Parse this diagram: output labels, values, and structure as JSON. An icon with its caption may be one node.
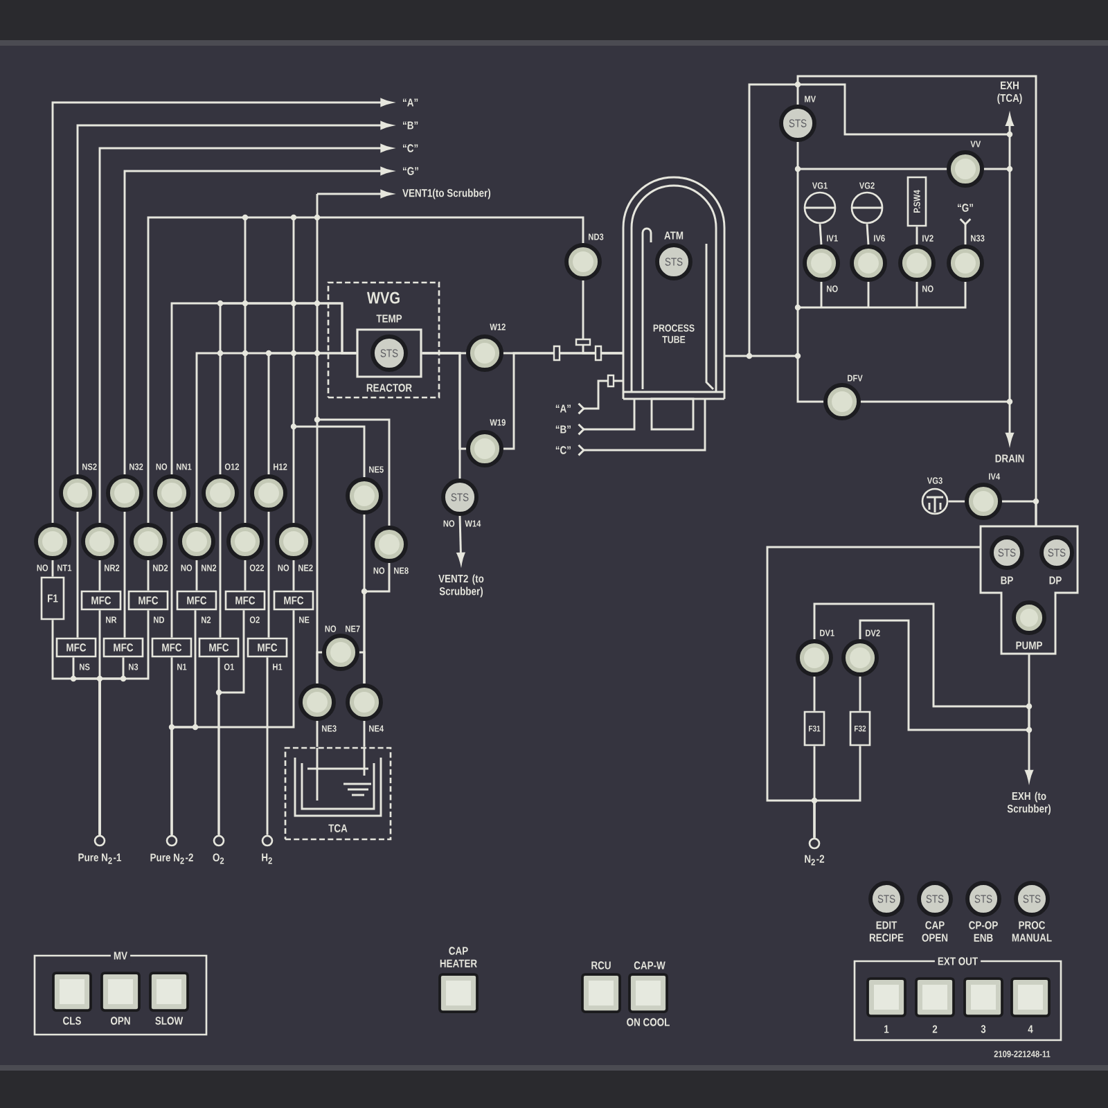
{
  "diagram": {
    "nodes": [
      {
        "text": [
          "“A”"
        ]
      },
      {
        "text": [
          "“B”"
        ]
      },
      {
        "text": [
          "“C”"
        ]
      },
      {
        "text": [
          "“G”"
        ]
      },
      {
        "text": [
          "VENT1(to Scrubber)"
        ]
      },
      {
        "text": [
          "WVG"
        ]
      },
      {
        "text": [
          "TEMP",
          "STS",
          "REACTOR"
        ],
        "in": 5
      },
      {
        "text": [
          "PROCESS TUBE"
        ]
      },
      {
        "text": [
          "ATM",
          "STS"
        ],
        "in": 7
      },
      {
        "text": [
          "ND3"
        ]
      },
      {
        "text": [
          "W12"
        ]
      },
      {
        "text": [
          "W19"
        ]
      },
      {
        "text": [
          "STS",
          "W14"
        ],
        "beside": [
          "NO"
        ]
      },
      {
        "text": [
          "VENT2 (to Scrubber)"
        ]
      },
      {
        "text": [
          "“A”"
        ]
      },
      {
        "text": [
          "“B”"
        ]
      },
      {
        "text": [
          "“C”"
        ]
      },
      {
        "text": [
          "NS2"
        ]
      },
      {
        "text": [
          "N32"
        ]
      },
      {
        "text": [
          "NN1"
        ],
        "beside": [
          "NO"
        ]
      },
      {
        "text": [
          "O12"
        ]
      },
      {
        "text": [
          "H12"
        ]
      },
      {
        "text": [
          "NE5"
        ]
      },
      {
        "text": [
          "NT1"
        ],
        "beside": [
          "NO"
        ]
      },
      {
        "text": [
          "NR2"
        ]
      },
      {
        "text": [
          "ND2"
        ]
      },
      {
        "text": [
          "NN2"
        ],
        "beside": [
          "NO"
        ]
      },
      {
        "text": [
          "O22"
        ]
      },
      {
        "text": [
          "NE2"
        ],
        "beside": [
          "NO"
        ]
      },
      {
        "text": [
          "NE8"
        ],
        "beside": [
          "NO"
        ]
      },
      {
        "text": [
          "F1"
        ]
      },
      {
        "text": [
          "MFC"
        ],
        "beside": [
          "NR"
        ]
      },
      {
        "text": [
          "MFC"
        ],
        "beside": [
          "ND"
        ]
      },
      {
        "text": [
          "MFC"
        ],
        "beside": [
          "N2"
        ]
      },
      {
        "text": [
          "MFC"
        ],
        "beside": [
          "O2"
        ]
      },
      {
        "text": [
          "MFC"
        ],
        "beside": [
          "NE"
        ]
      },
      {
        "text": [
          "MFC"
        ],
        "beside": [
          "NS"
        ]
      },
      {
        "text": [
          "MFC"
        ],
        "beside": [
          "N3"
        ]
      },
      {
        "text": [
          "MFC"
        ],
        "beside": [
          "N1"
        ]
      },
      {
        "text": [
          "MFC"
        ],
        "beside": [
          "O1"
        ]
      },
      {
        "text": [
          "MFC"
        ],
        "beside": [
          "H1"
        ]
      },
      {
        "text": [
          "NE7"
        ],
        "beside": [
          "NO"
        ]
      },
      {
        "text": [
          "NE3"
        ]
      },
      {
        "text": [
          "NE4"
        ]
      },
      {
        "text": [
          "TCA"
        ]
      },
      {
        "text": [
          "Pure N$_{2}$-1"
        ]
      },
      {
        "text": [
          "Pure N$_{2}$-2"
        ]
      },
      {
        "text": [
          "O$_{2}$"
        ]
      },
      {
        "text": [
          "H$_{2}$"
        ]
      },
      {
        "text": [
          "MV",
          "STS"
        ]
      },
      {
        "text": [
          "EXH (TCA)"
        ]
      },
      {
        "text": [
          "VV"
        ]
      },
      {
        "text": [
          "VG1"
        ]
      },
      {
        "text": [
          "VG2"
        ]
      },
      {
        "text": [
          "P.SW4"
        ]
      },
      {
        "text": [
          "“G”"
        ]
      },
      {
        "text": [
          "IV1"
        ],
        "beside": [
          "NO"
        ]
      },
      {
        "text": [
          "IV6"
        ]
      },
      {
        "text": [
          "IV2"
        ],
        "beside": [
          "NO"
        ]
      },
      {
        "text": [
          "N33"
        ]
      },
      {
        "text": [
          "DFV"
        ]
      },
      {
        "text": [
          "DRAIN"
        ]
      },
      {
        "text": [
          "VG3"
        ]
      },
      {
        "text": [
          "IV4"
        ]
      },
      {
        "text": [],
        "shape": "box"
      },
      {
        "text": [
          "STS",
          "BP"
        ],
        "in": 64
      },
      {
        "text": [
          "STS",
          "DP"
        ],
        "in": 64
      },
      {
        "text": [
          "PUMP"
        ],
        "in": 64
      },
      {
        "text": [
          "DV1"
        ]
      },
      {
        "text": [
          "DV2"
        ]
      },
      {
        "text": [
          "F31"
        ]
      },
      {
        "text": [
          "F32"
        ]
      },
      {
        "text": [
          "EXH (to Scrubber)"
        ]
      },
      {
        "text": [
          "N$_{2}$-2"
        ]
      },
      {
        "text": [
          "MV"
        ]
      },
      {
        "text": [
          "CLS"
        ],
        "in": 74
      },
      {
        "text": [
          "OPN"
        ],
        "in": 74
      },
      {
        "text": [
          "SLOW"
        ],
        "in": 74
      },
      {
        "text": [
          "CAP HEATER"
        ]
      },
      {
        "text": [
          "RCU"
        ]
      },
      {
        "text": [
          "CAP-W",
          "ON COOL"
        ]
      },
      {
        "text": [
          "STS",
          "EDIT RECIPE"
        ]
      },
      {
        "text": [
          "STS",
          "CAP OPEN"
        ]
      },
      {
        "text": [
          "STS",
          "CP-OP ENB"
        ]
      },
      {
        "text": [
          "STS",
          "PROC MANUAL"
        ]
      },
      {
        "text": [
          "EXT OUT"
        ]
      },
      {
        "text": [
          "1"
        ],
        "in": 85
      },
      {
        "text": [
          "2"
        ],
        "in": 85
      },
      {
        "text": [
          "3"
        ],
        "in": 85
      },
      {
        "text": [
          "4"
        ],
        "in": 85
      }
    ],
    "edges": [
      {
        "from": 23,
        "to": 0,
        "arrow": "to"
      },
      {
        "from": 17,
        "to": 1,
        "arrow": "to"
      },
      {
        "from": 24,
        "to": 2,
        "arrow": "to"
      },
      {
        "from": 18,
        "to": 3,
        "arrow": "to"
      },
      {
        "from": 25,
        "to": 4,
        "arrow": "to"
      },
      {
        "from": 9,
        "to": 4,
        "arrow": "to"
      },
      {
        "from": 27,
        "to": 4,
        "arrow": "to"
      },
      {
        "from": 28,
        "to": 4,
        "arrow": "to"
      },
      {
        "from": 22,
        "to": 4,
        "arrow": "to"
      },
      {
        "from": 29,
        "to": 4,
        "arrow": "to"
      },
      {
        "from": 42,
        "to": 4,
        "arrow": "to"
      },
      {
        "from": 41,
        "to": 42,
        "arrow": "none"
      },
      {
        "from": 41,
        "to": 43,
        "arrow": "none"
      },
      {
        "from": 22,
        "to": 43,
        "arrow": "none"
      },
      {
        "from": 29,
        "to": 43,
        "arrow": "none"
      },
      {
        "from": 42,
        "to": 44,
        "arrow": "none"
      },
      {
        "from": 43,
        "to": 44,
        "arrow": "none"
      },
      {
        "from": 19,
        "to": 6,
        "arrow": "none"
      },
      {
        "from": 20,
        "to": 6,
        "arrow": "none"
      },
      {
        "from": 26,
        "to": 6,
        "arrow": "none"
      },
      {
        "from": 21,
        "to": 6,
        "arrow": "none"
      },
      {
        "from": 6,
        "to": 10,
        "arrow": "none"
      },
      {
        "from": 10,
        "to": 7,
        "arrow": "none"
      },
      {
        "from": 11,
        "to": 6,
        "arrow": "none"
      },
      {
        "from": 11,
        "to": 7,
        "arrow": "none"
      },
      {
        "from": 12,
        "to": 6,
        "arrow": "none"
      },
      {
        "from": 12,
        "to": 13,
        "arrow": "to"
      },
      {
        "from": 9,
        "to": 7,
        "arrow": "none"
      },
      {
        "from": 7,
        "to": 14,
        "arrow": "other"
      },
      {
        "from": 7,
        "to": 15,
        "arrow": "other"
      },
      {
        "from": 7,
        "to": 16,
        "arrow": "other"
      },
      {
        "from": 7,
        "to": 50,
        "arrow": "to"
      },
      {
        "from": 7,
        "to": 49,
        "arrow": "none"
      },
      {
        "from": 49,
        "to": 64,
        "arrow": "none"
      },
      {
        "from": 7,
        "to": 51,
        "arrow": "none"
      },
      {
        "from": 51,
        "to": 50,
        "arrow": "to"
      },
      {
        "from": 56,
        "to": 52,
        "arrow": "none"
      },
      {
        "from": 57,
        "to": 53,
        "arrow": "none"
      },
      {
        "from": 58,
        "to": 54,
        "arrow": "none"
      },
      {
        "from": 59,
        "to": 55,
        "arrow": "other"
      },
      {
        "from": 56,
        "to": 7,
        "arrow": "none"
      },
      {
        "from": 57,
        "to": 7,
        "arrow": "none"
      },
      {
        "from": 58,
        "to": 7,
        "arrow": "none"
      },
      {
        "from": 59,
        "to": 7,
        "arrow": "none"
      },
      {
        "from": 7,
        "to": 60,
        "arrow": "none"
      },
      {
        "from": 60,
        "to": 61,
        "arrow": "to"
      },
      {
        "from": 62,
        "to": 63,
        "arrow": "none"
      },
      {
        "from": 63,
        "to": 64,
        "arrow": "none"
      },
      {
        "from": 64,
        "to": 72,
        "arrow": "to"
      },
      {
        "from": 73,
        "to": 64,
        "arrow": "none"
      },
      {
        "from": 73,
        "to": 70,
        "arrow": "none"
      },
      {
        "from": 73,
        "to": 71,
        "arrow": "none"
      },
      {
        "from": 70,
        "to": 68,
        "arrow": "none"
      },
      {
        "from": 71,
        "to": 69,
        "arrow": "none"
      },
      {
        "from": 68,
        "to": 72,
        "arrow": "to"
      },
      {
        "from": 69,
        "to": 72,
        "arrow": "to"
      },
      {
        "from": 30,
        "to": 23,
        "arrow": "none"
      },
      {
        "from": 17,
        "to": 36,
        "arrow": "none"
      },
      {
        "from": 18,
        "to": 37,
        "arrow": "none"
      },
      {
        "from": 19,
        "to": 38,
        "arrow": "none"
      },
      {
        "from": 20,
        "to": 39,
        "arrow": "none"
      },
      {
        "from": 21,
        "to": 40,
        "arrow": "none"
      },
      {
        "from": 24,
        "to": 31,
        "arrow": "none"
      },
      {
        "from": 25,
        "to": 32,
        "arrow": "none"
      },
      {
        "from": 26,
        "to": 33,
        "arrow": "none"
      },
      {
        "from": 27,
        "to": 34,
        "arrow": "none"
      },
      {
        "from": 28,
        "to": 35,
        "arrow": "none"
      },
      {
        "from": 45,
        "to": 30,
        "arrow": "none"
      },
      {
        "from": 45,
        "to": 36,
        "arrow": "none"
      },
      {
        "from": 45,
        "to": 31,
        "arrow": "none"
      },
      {
        "from": 45,
        "to": 37,
        "arrow": "none"
      },
      {
        "from": 45,
        "to": 32,
        "arrow": "none"
      },
      {
        "from": 46,
        "to": 38,
        "arrow": "none"
      },
      {
        "from": 46,
        "to": 33,
        "arrow": "none"
      },
      {
        "from": 46,
        "to": 35,
        "arrow": "none"
      },
      {
        "from": 47,
        "to": 39,
        "arrow": "none"
      },
      {
        "from": 47,
        "to": 34,
        "arrow": "none"
      },
      {
        "from": 48,
        "to": 40,
        "arrow": "none"
      },
      {
        "from": 51,
        "to": 61,
        "arrow": "to"
      },
      {
        "from": 60,
        "to": 50,
        "arrow": "to"
      },
      {
        "from": 7,
        "to": 61,
        "arrow": "to"
      }
    ],
    "labels": [
      "2109-221248-11"
    ]
  }
}
